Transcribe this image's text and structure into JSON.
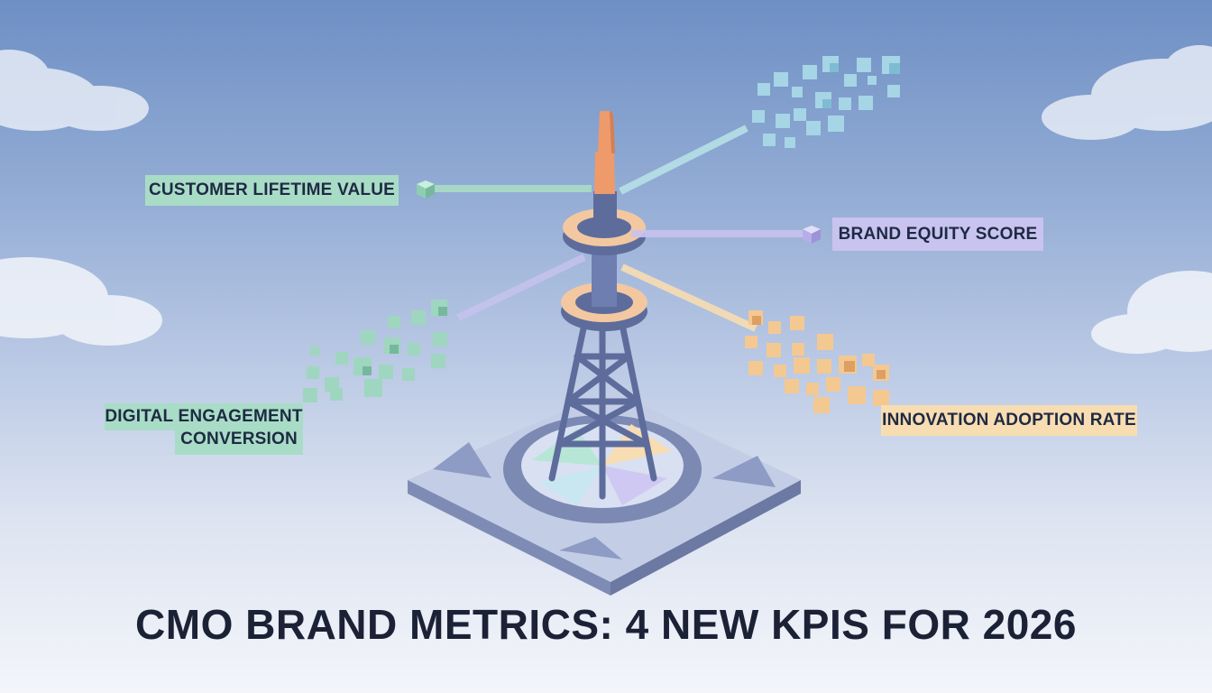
{
  "title": "CMO BRAND METRICS: 4 NEW KPIS FOR 2026",
  "kpis": {
    "clv": "CUSTOMER LIFETIME VALUE",
    "bes": "BRAND EQUITY SCORE",
    "dec_line1": "DIGITAL ENGAGEMENT",
    "dec_line2": "CONVERSION",
    "iar": "INNOVATION ADOPTION RATE"
  },
  "colors": {
    "green": "#a9dcc6",
    "purple": "#c8c3ef",
    "peach": "#f8ddb2",
    "tower": "#5e6c9c",
    "spire": "#ef9a6a"
  },
  "icons": [
    "cloud-icon",
    "radio-tower-icon",
    "data-cube-icon"
  ]
}
